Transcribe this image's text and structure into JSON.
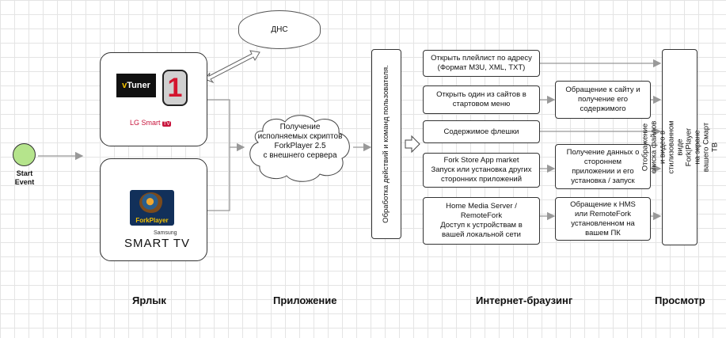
{
  "start_event": "Start\nEvent",
  "dns": "ДНС",
  "cloud": "Получение\nисполняемых скриптов\nForkPlayer 2.5\nс внешнего сервера",
  "processing": "Обработка действий и команд пользователя.",
  "lg": {
    "vtuner_v": "v",
    "vtuner_rest": "Tuner",
    "one_logo": "1",
    "lg_text": "LG Smart",
    "lg_tv": "TV"
  },
  "samsung": {
    "forkplayer_logo": "ForkPlayer",
    "brand": "Samsung",
    "smart_tv": "SMART TV"
  },
  "browsing_left": [
    "Открыть плейлист по адресу\n(Формат M3U, XML, TXT)",
    "Открыть один из сайтов в\nстартовом меню",
    "Содержимое  флешки",
    "Fork Store App market\nЗапуск или установка других\nсторонних приложений",
    "Home Media Server /\nRemoteFork\nДоступ к устройствам в\nвашей локальной сети"
  ],
  "browsing_right": [
    "Обращение к сайту и\nполучение его\nсодержимого",
    "Получение данных о\nстороннем\nприложении и его\nустановка / запуск",
    "Обращение к HMS\nили RemoteFork\nустановленном на\nвашем ПК"
  ],
  "view": "Отображение списка файлов и видео в\nстилизованном виде Fork|Player\nна экране вашего Смарт ТВ",
  "lanes": [
    "Ярлык",
    "Приложение",
    "Интернет-браузинг",
    "Просмотр"
  ],
  "colors": {
    "start_fill": "#b5e48c",
    "start_stroke": "#333333",
    "lg_red": "#c8143c",
    "arrow": "#999999",
    "grid": "#e4e4e4"
  }
}
